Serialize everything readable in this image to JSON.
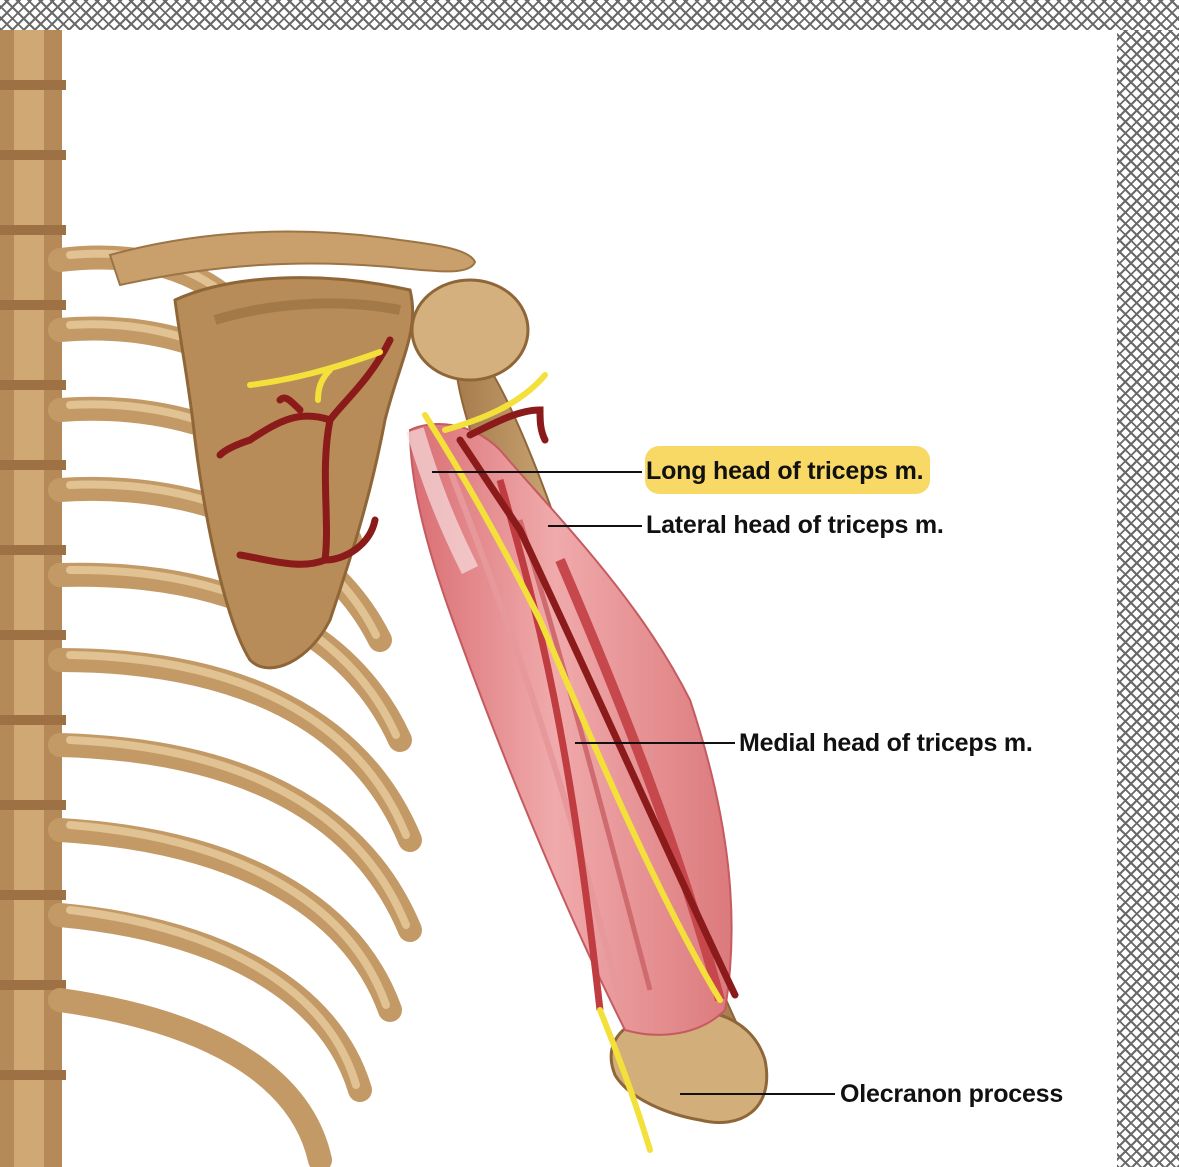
{
  "labels": {
    "long_head": "Long head of triceps m.",
    "lateral_head": "Lateral head of triceps m.",
    "medial_head": "Medial head of triceps m.",
    "olecranon": "Olecranon process"
  },
  "colors": {
    "bone": "#c9a06c",
    "bone_shadow": "#9c7445",
    "muscle": "#e58f92",
    "muscle_dark": "#cc4a4e",
    "artery": "#8b1a1a",
    "nerve": "#f4e03a",
    "highlight": "#f7d24a"
  }
}
